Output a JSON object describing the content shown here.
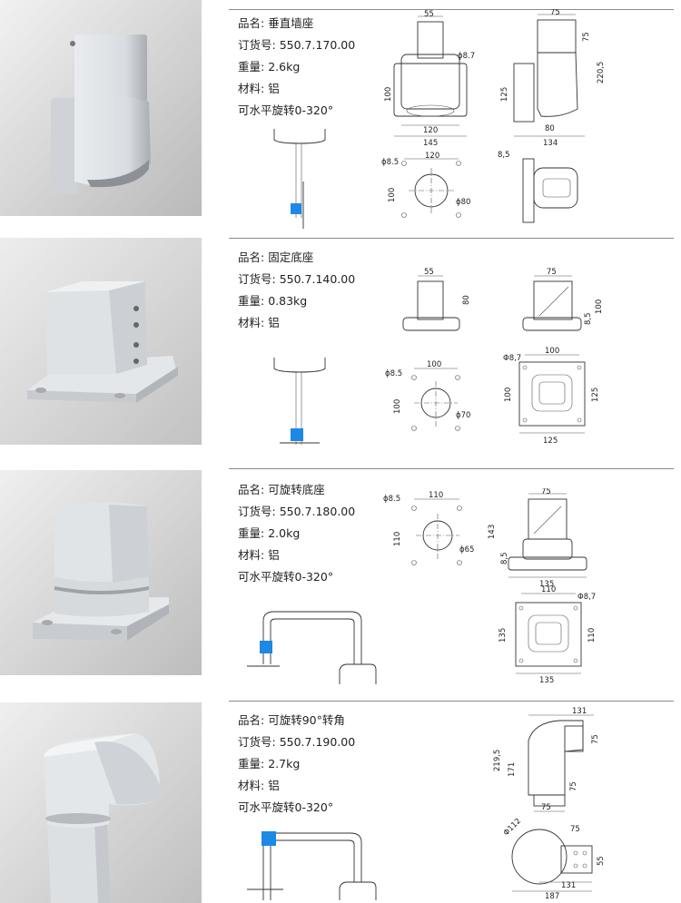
{
  "products": [
    {
      "name_label": "品名:",
      "name": "垂直墙座",
      "order_label": "订货号:",
      "order": "550.7.170.00",
      "weight_label": "重量:",
      "weight": "2.6kg",
      "material_label": "材料:",
      "material": "铝",
      "note": "可水平旋转0-320°",
      "dims": {
        "front_top": "55",
        "front_phi": "ϕ8.7",
        "front_h": "100",
        "front_w1": "120",
        "front_w2": "145",
        "side_top": "75",
        "side_r1": "75",
        "side_r2": "220,5",
        "side_l": "125",
        "side_b1": "80",
        "side_b2": "134",
        "base_w": "120",
        "base_phi_small": "ϕ8.5",
        "base_h": "100",
        "base_phi_big": "ϕ80",
        "top_w": "8,5"
      }
    },
    {
      "name_label": "品名:",
      "name": "固定底座",
      "order_label": "订货号:",
      "order": "550.7.140.00",
      "weight_label": "重量:",
      "weight": "0.83kg",
      "material_label": "材料:",
      "material": "铝",
      "note": "",
      "dims": {
        "front_top": "55",
        "front_h": "80",
        "side_top": "75",
        "side_r1": "8,5",
        "side_r2": "100",
        "base_w": "100",
        "base_phi_small": "ϕ8.5",
        "base_h": "100",
        "base_phi_big": "ϕ70",
        "top_w": "100",
        "top_phi": "Φ8,7",
        "top_l": "100",
        "top_r": "125",
        "top_b": "125"
      }
    },
    {
      "name_label": "品名:",
      "name": "可旋转底座",
      "order_label": "订货号:",
      "order": "550.7.180.00",
      "weight_label": "重量:",
      "weight": "2.0kg",
      "material_label": "材料:",
      "material": "铝",
      "note": "可水平旋转0-320°",
      "dims": {
        "base_w": "110",
        "base_phi_small": "ϕ8.5",
        "base_h": "110",
        "base_phi_big": "ϕ65",
        "side_top": "75",
        "side_l1": "143",
        "side_l2": "8,5",
        "side_b": "135",
        "top_w": "110",
        "top_phi": "Φ8,7",
        "top_l": "135",
        "top_r": "110",
        "top_b": "135"
      }
    },
    {
      "name_label": "品名:",
      "name": "可旋转90°转角",
      "order_label": "订货号:",
      "order": "550.7.190.00",
      "weight_label": "重量:",
      "weight": "2.7kg",
      "material_label": "材料:",
      "material": "铝",
      "note": "可水平旋转0-320°",
      "dims": {
        "side_top": "131",
        "side_r": "75",
        "side_l1": "219,5",
        "side_l2": "171",
        "side_m": "75",
        "side_b": "75",
        "top_phi": "Φ112",
        "top_w": "75",
        "top_r": "55",
        "top_b1": "131",
        "top_b2": "187"
      }
    }
  ]
}
